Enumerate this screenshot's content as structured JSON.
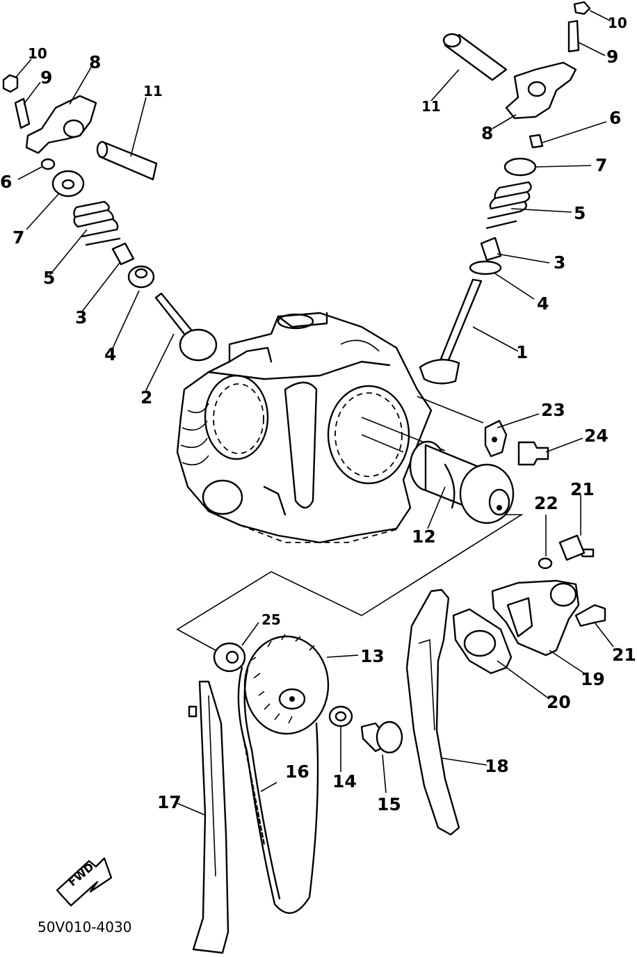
{
  "diagram": {
    "callouts": [
      "1",
      "2",
      "3",
      "3",
      "4",
      "4",
      "5",
      "5",
      "6",
      "6",
      "7",
      "7",
      "8",
      "8",
      "9",
      "9",
      "10",
      "10",
      "11",
      "11",
      "12",
      "13",
      "14",
      "15",
      "16",
      "17",
      "18",
      "19",
      "20",
      "21",
      "21",
      "22",
      "23",
      "24",
      "25"
    ],
    "part_code": "50V010-4030",
    "direction_arrow": {
      "label": "FWD"
    }
  }
}
